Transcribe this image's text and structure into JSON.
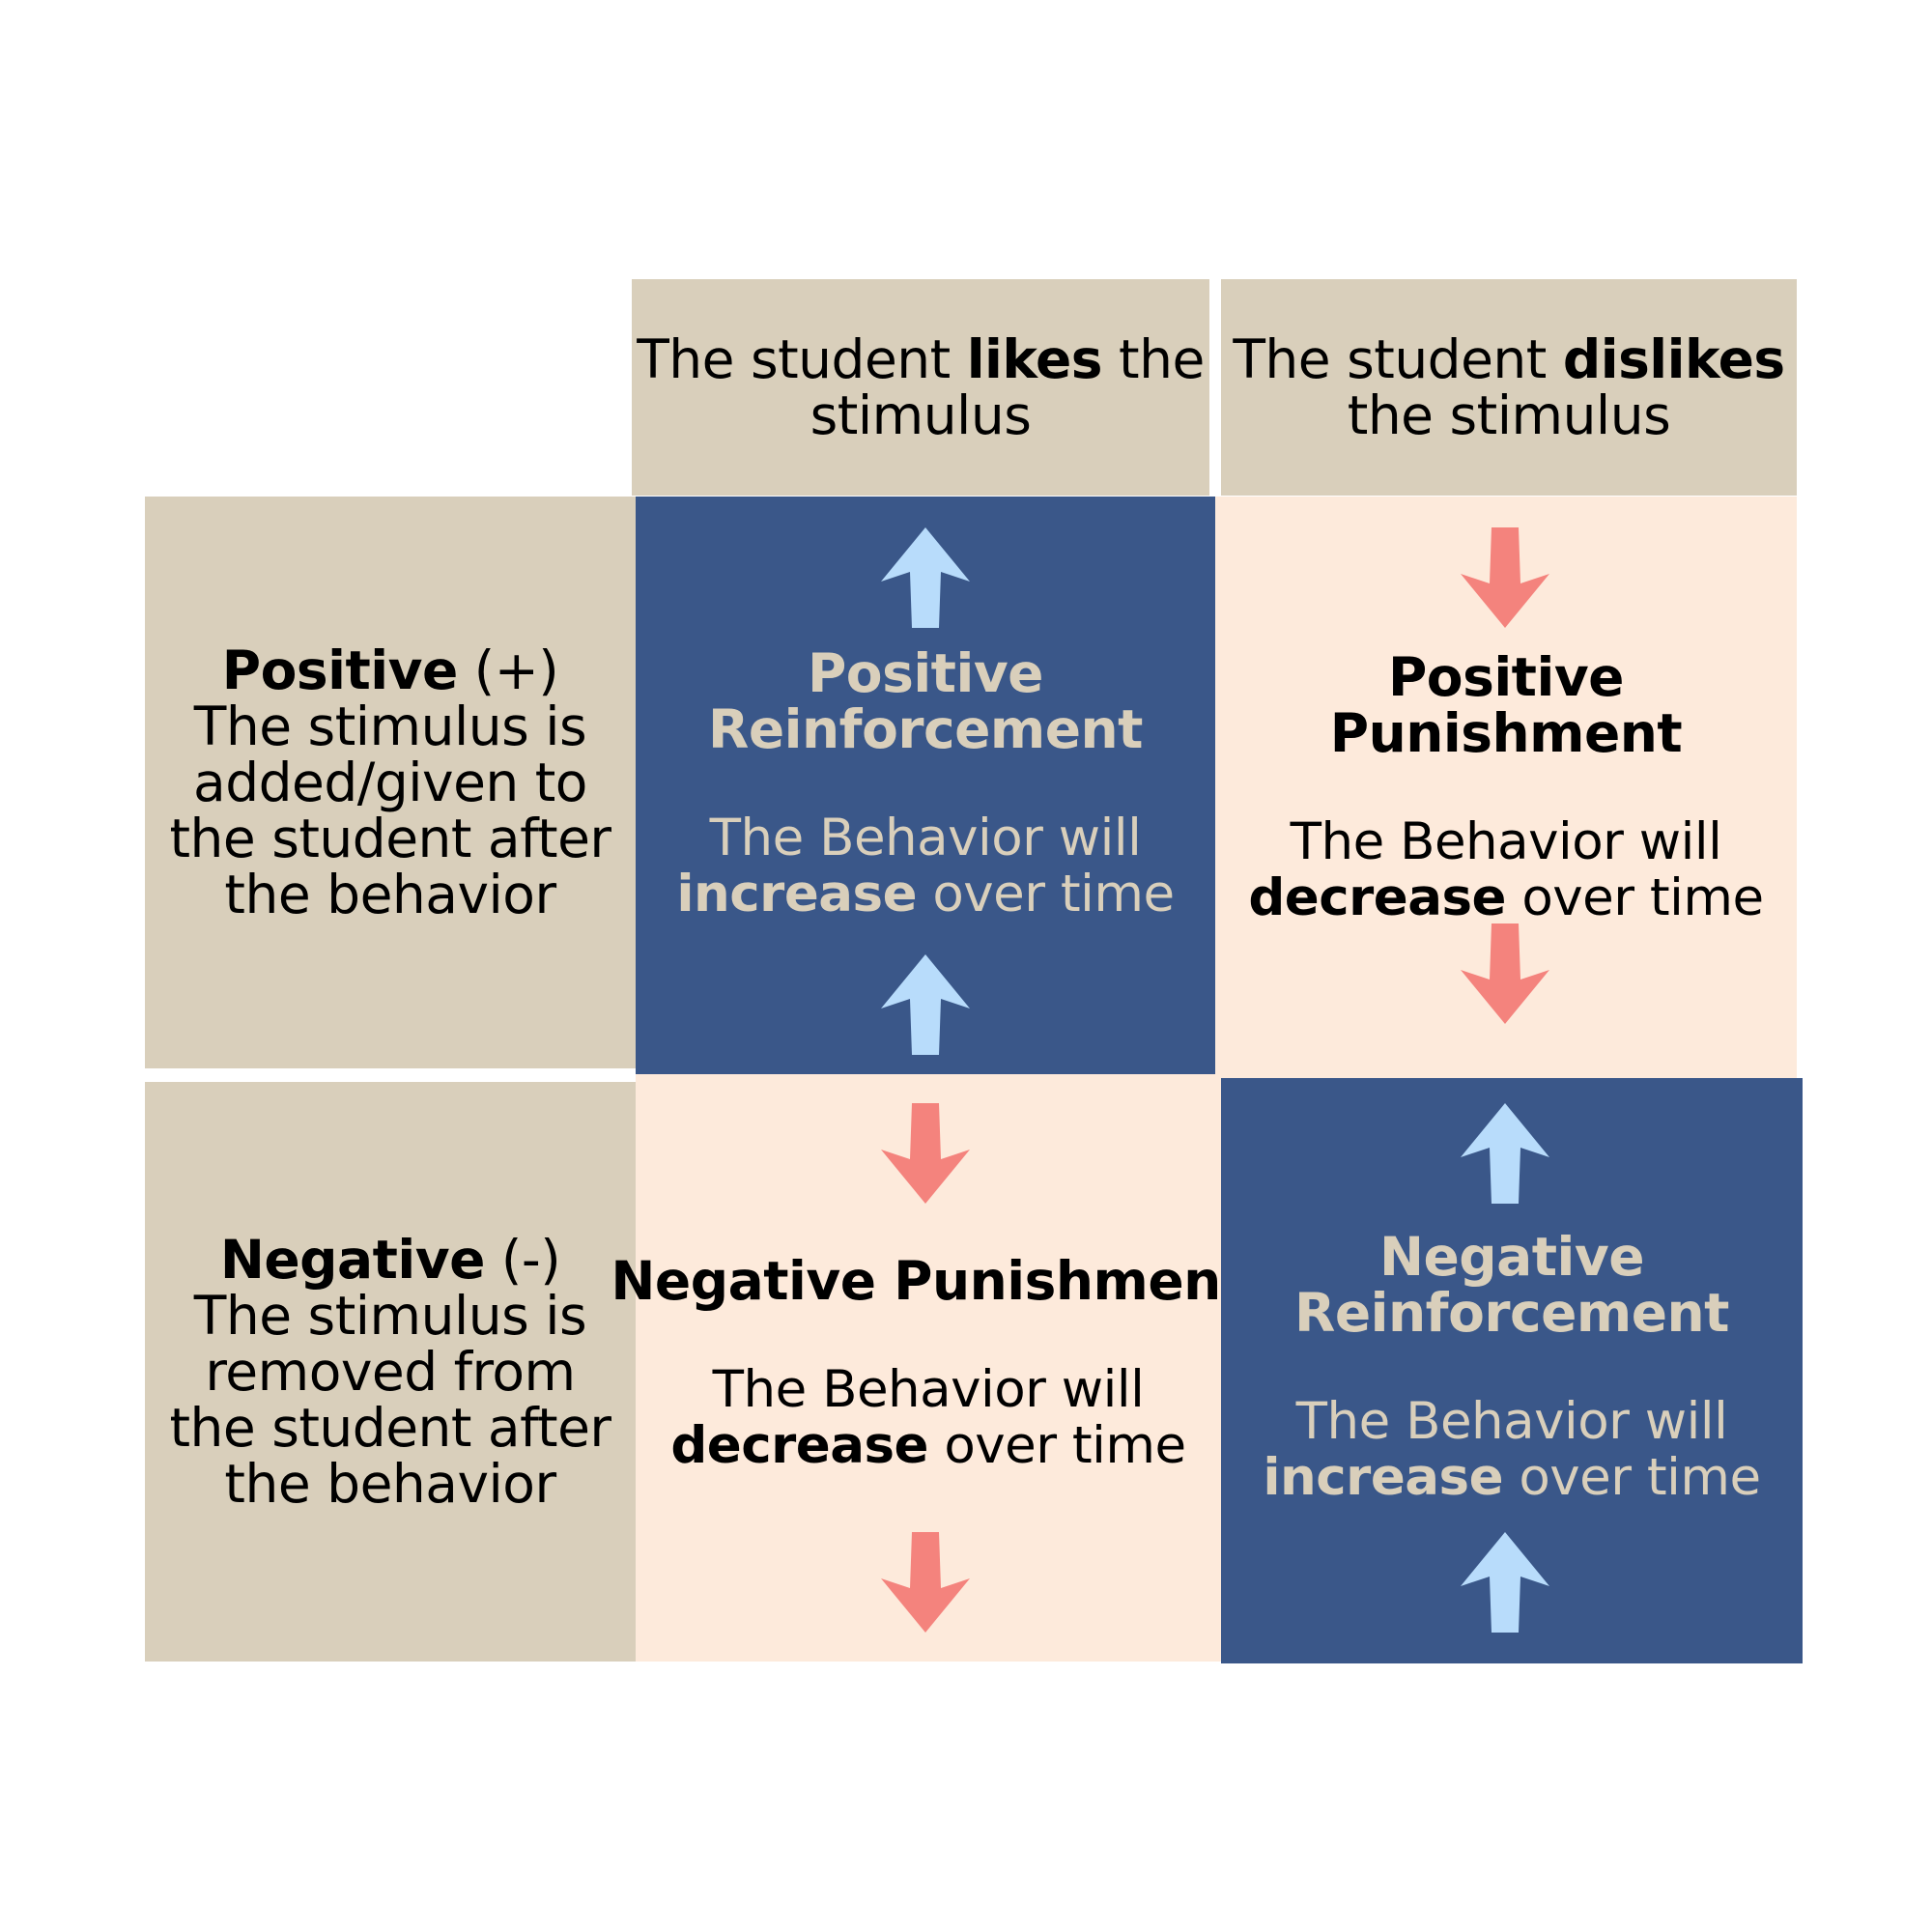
{
  "colors": {
    "tan": "#d9cfbb",
    "navy": "#3a5789",
    "peach": "#fdeadb",
    "up_arrow": "#b8dcfb",
    "down_arrow": "#f4837d"
  },
  "headers": {
    "likes": {
      "pre": "The student ",
      "bold": "likes",
      "post": " the",
      "line2": "stimulus"
    },
    "dislikes": {
      "pre": "The student ",
      "bold": "dislikes",
      "line2": "the stimulus"
    }
  },
  "rows": {
    "positive": {
      "bold": "Positive",
      "sign": " (+)",
      "lines": [
        "The stimulus is",
        "added/given to",
        "the student after",
        "the behavior"
      ]
    },
    "negative": {
      "bold": "Negative",
      "sign": " (-)",
      "lines": [
        "The stimulus is",
        "removed from",
        "the student after",
        "the behavior"
      ]
    }
  },
  "cells": {
    "positive_reinforcement": {
      "title1": "Positive",
      "title2": "Reinforcement",
      "line1": "The Behavior will",
      "bold": "increase",
      "post": " over time",
      "arrow_icon": "up-arrow-icon"
    },
    "positive_punishment": {
      "title1": "Positive",
      "title2": "Punishment",
      "line1": "The Behavior will",
      "bold": "decrease",
      "post": " over time",
      "arrow_icon": "down-arrow-icon"
    },
    "negative_punishment": {
      "title1": "Negative Punishment",
      "line1": "The Behavior will",
      "bold": "decrease",
      "post": " over time",
      "arrow_icon": "down-arrow-icon"
    },
    "negative_reinforcement": {
      "title1": "Negative",
      "title2": "Reinforcement",
      "line1": "The Behavior will",
      "bold": "increase",
      "post": " over time",
      "arrow_icon": "up-arrow-icon"
    }
  }
}
